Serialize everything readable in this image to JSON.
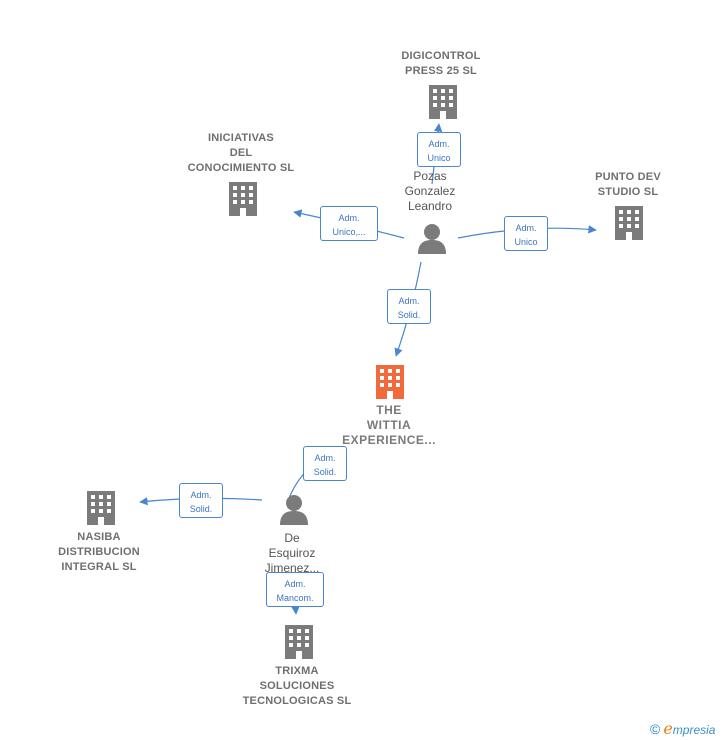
{
  "nodes": {
    "digicontrol": {
      "label": "DIGICONTROL\nPRESS 25 SL"
    },
    "iniciativas": {
      "label": "INICIATIVAS\nDEL\nCONOCIMIENTO SL"
    },
    "punto_dev": {
      "label": "PUNTO DEV\nSTUDIO  SL"
    },
    "pozas": {
      "label": "Pozas\nGonzalez\nLeandro"
    },
    "wittia": {
      "label": "THE\nWITTIA\nEXPERIENCE..."
    },
    "de_esquiroz": {
      "label": "De\nEsquiroz\nJimenez..."
    },
    "nasiba": {
      "label": "NASIBA\nDISTRIBUCION\nINTEGRAL  SL"
    },
    "trixma": {
      "label": "TRIXMA\nSOLUCIONES\nTECNOLOGICAS SL"
    }
  },
  "edges": {
    "pozas_digicontrol": "Adm.\nUnico",
    "pozas_iniciativas": "Adm.\nUnico,...",
    "pozas_punto": "Adm.\nUnico",
    "pozas_wittia": "Adm.\nSolid.",
    "esquiroz_wittia": "Adm.\nSolid.",
    "esquiroz_nasiba": "Adm.\nSolid.",
    "esquiroz_trixma": "Adm.\nMancom."
  },
  "colors": {
    "company": "#7b7b7b",
    "focus": "#f26a3b",
    "person": "#7b7b7b",
    "edge": "#4a86d0"
  },
  "brand": {
    "copyright": "©",
    "e": "e",
    "rest": "mpresia"
  }
}
